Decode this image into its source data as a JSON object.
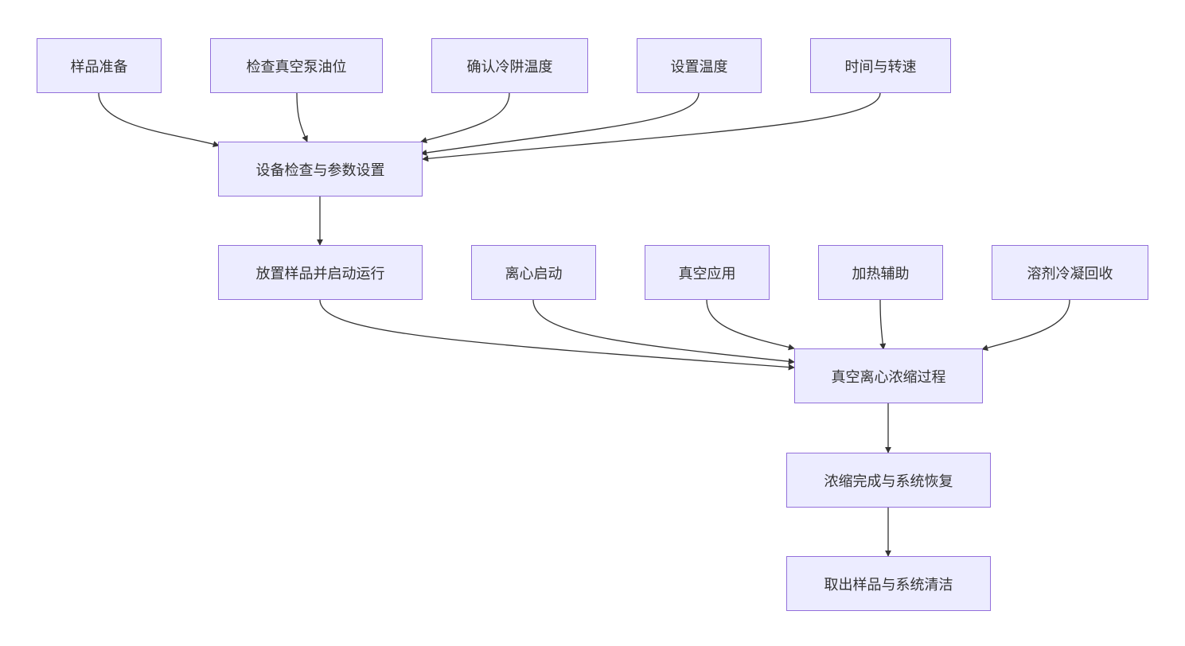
{
  "diagram": {
    "colors": {
      "node_fill": "#ececff",
      "node_border": "#9370db",
      "edge": "#333333",
      "text": "#333333"
    },
    "nodes": {
      "sample_prep": "样品准备",
      "check_pump_oil": "检查真空泵油位",
      "confirm_trap_temp": "确认冷阱温度",
      "set_temp": "设置温度",
      "time_speed": "时间与转速",
      "equipment_setup": "设备检查与参数设置",
      "load_and_run": "放置样品并启动运行",
      "centrifuge_start": "离心启动",
      "vacuum_apply": "真空应用",
      "heat_assist": "加热辅助",
      "solvent_recovery": "溶剂冷凝回收",
      "concentration_process": "真空离心浓缩过程",
      "complete_restore": "浓缩完成与系统恢复",
      "remove_clean": "取出样品与系统清洁"
    },
    "edges": [
      [
        "sample_prep",
        "equipment_setup"
      ],
      [
        "check_pump_oil",
        "equipment_setup"
      ],
      [
        "confirm_trap_temp",
        "equipment_setup"
      ],
      [
        "set_temp",
        "equipment_setup"
      ],
      [
        "time_speed",
        "equipment_setup"
      ],
      [
        "equipment_setup",
        "load_and_run"
      ],
      [
        "load_and_run",
        "concentration_process"
      ],
      [
        "centrifuge_start",
        "concentration_process"
      ],
      [
        "vacuum_apply",
        "concentration_process"
      ],
      [
        "heat_assist",
        "concentration_process"
      ],
      [
        "solvent_recovery",
        "concentration_process"
      ],
      [
        "concentration_process",
        "complete_restore"
      ],
      [
        "complete_restore",
        "remove_clean"
      ]
    ]
  }
}
